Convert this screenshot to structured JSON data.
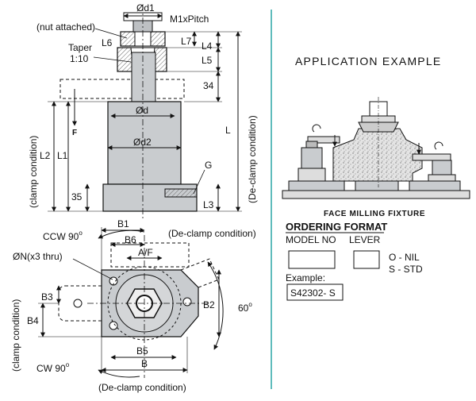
{
  "labels": {
    "nut_attached": "(nut attached)",
    "d1": "Ød1",
    "m1_pitch": "M1xPitch",
    "l6": "L6",
    "l7": "L7",
    "l4": "L4",
    "taper": "Taper",
    "taper_ratio": "1:10",
    "l5": "L5",
    "dim_34": "34",
    "d": "Ød",
    "d2": "Ød2",
    "f": "F",
    "g": "G",
    "l": "L",
    "l1": "L1",
    "l2": "L2",
    "dim_35": "35",
    "l3": "L3",
    "clamp_condition": "(clamp condition)",
    "declamp_condition": "(De-clamp condition)",
    "ccw": "CCW 90",
    "cw": "CW 90",
    "degree": "o",
    "n_holes": "ØN(x3 thru)",
    "b1": "B1",
    "b6": "B6",
    "af": "A/F",
    "b3": "B3",
    "b4": "B4",
    "b2": "B2",
    "b5": "B5",
    "b": "B",
    "angle_60": "60",
    "declamp_bottom": "(De-clamp condition)",
    "declamp_top": "(De-clamp condition)",
    "clamp_left": "(clamp condition)"
  },
  "application": {
    "heading": "APPLICATION EXAMPLE",
    "caption": "FACE MILLING FIXTURE"
  },
  "ordering": {
    "title": "ORDERING FORMAT",
    "model_no": "MODEL NO",
    "lever": "LEVER",
    "option1": "O - NIL",
    "option2": "S - STD",
    "example_label": "Example:",
    "example_value": "S42302- S"
  },
  "colors": {
    "body_fill": "#c9cccf",
    "hatch_fill": "#dcdcdc",
    "divider": "#2aa6a6",
    "heading": "#1a6fb5"
  }
}
